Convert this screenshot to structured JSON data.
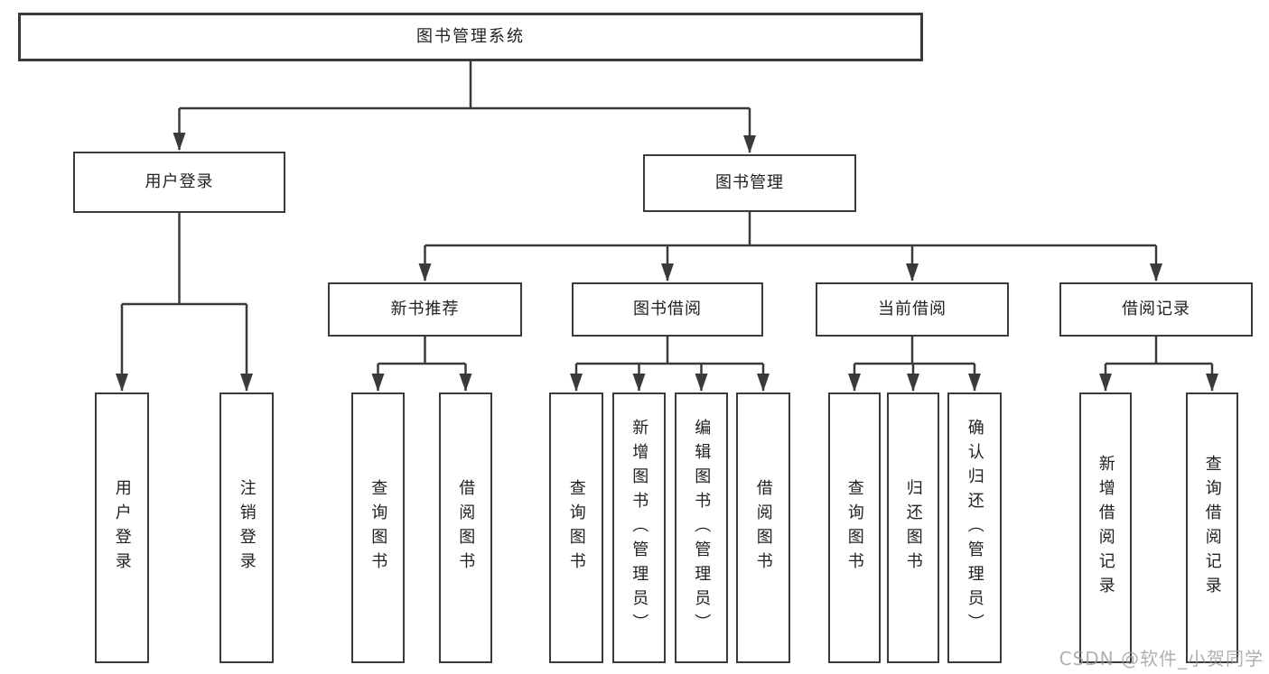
{
  "diagram": {
    "root": {
      "label": "图书管理系统",
      "children": [
        {
          "label": "用户登录",
          "children": [
            {
              "label": "用户登录"
            },
            {
              "label": "注销登录"
            }
          ]
        },
        {
          "label": "图书管理",
          "children": [
            {
              "label": "新书推荐",
              "children": [
                {
                  "label": "查询图书"
                },
                {
                  "label": "借阅图书"
                }
              ]
            },
            {
              "label": "图书借阅",
              "children": [
                {
                  "label": "查询图书"
                },
                {
                  "label": "新增图书（管理员）"
                },
                {
                  "label": "编辑图书（管理员）"
                },
                {
                  "label": "借阅图书"
                }
              ]
            },
            {
              "label": "当前借阅",
              "children": [
                {
                  "label": "查询图书"
                },
                {
                  "label": "归还图书"
                },
                {
                  "label": "确认归还（管理员）"
                }
              ]
            },
            {
              "label": "借阅记录",
              "children": [
                {
                  "label": "新增借阅记录"
                },
                {
                  "label": "查询借阅记录"
                }
              ]
            }
          ]
        }
      ]
    }
  },
  "watermark": {
    "text": "CSDN @软件_小贺同学"
  },
  "colors": {
    "line": "#3a3a3a",
    "text": "#212121",
    "background": "#ffffff",
    "watermark": "#b5b5b5"
  }
}
